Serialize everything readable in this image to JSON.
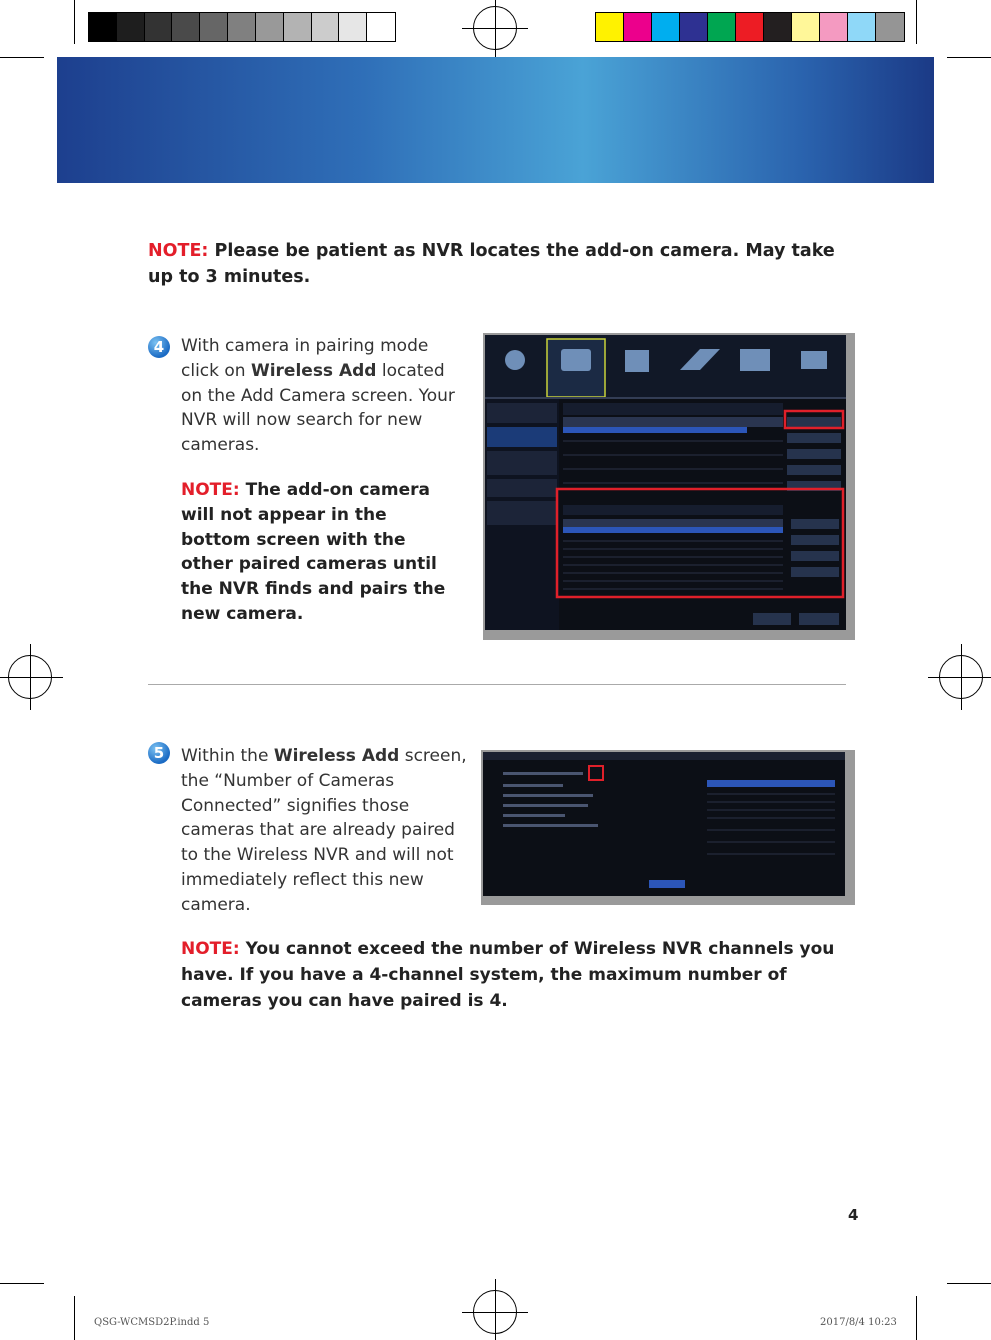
{
  "colors": {
    "note_label": "#e31e2a",
    "step_badge": "#1b6bc4",
    "header_band": "#2f6fb8"
  },
  "top_note": {
    "label": "NOTE:",
    "text": "Please be patient as NVR locates the add-on camera. May take up to 3 minutes."
  },
  "step4": {
    "number": "4",
    "text_1": "With camera in pairing mode click on ",
    "bold": "Wireless Add",
    "text_2": " located on the Add Camera screen. Your NVR will now search for new cameras.",
    "note_label": "NOTE:",
    "note_text": "The add-on camera will not appear in the bottom screen with the other paired cameras until the NVR finds and pairs the new camera."
  },
  "step5": {
    "number": "5",
    "text_1": "Within the ",
    "bold": "Wireless Add",
    "text_2": " screen, the “Number of Cameras Connected” signifies those cameras that are already paired to the Wireless NVR and will not immediately reflect this new camera.",
    "note_label": "NOTE:",
    "note_text": "You cannot exceed the number of Wireless NVR channels you have. If you have a 4-channel system, the maximum number of cameras you can have paired is 4."
  },
  "page_number": "4",
  "footer": {
    "file": "QSG-WCMSD2P.indd   5",
    "timestamp": "2017/8/4   10:23"
  }
}
